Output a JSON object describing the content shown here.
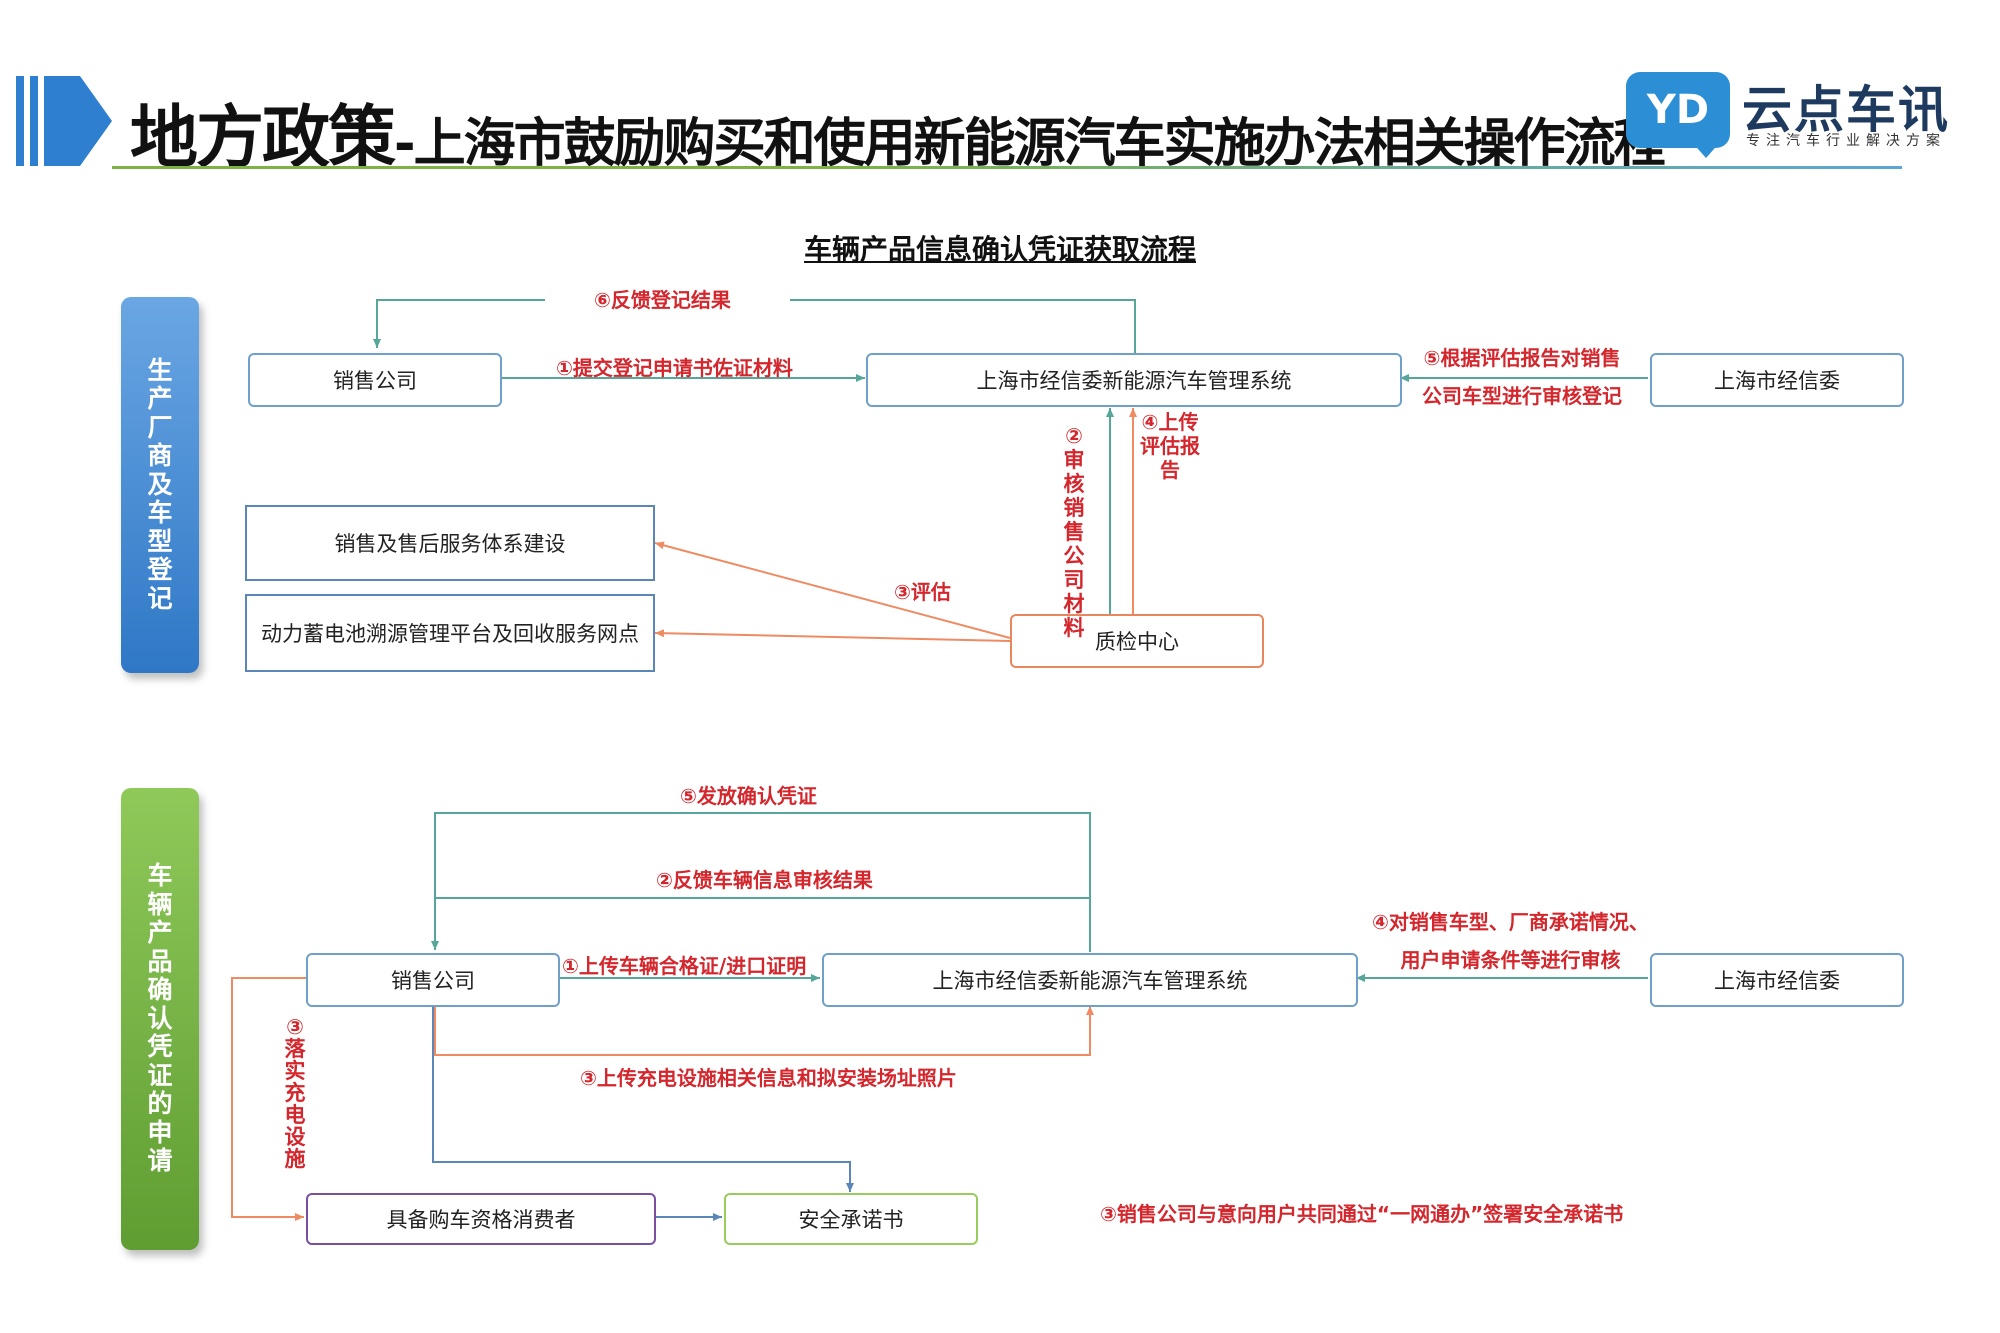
{
  "header": {
    "title_main": "地方政策",
    "title_sub": "-上海市鼓励购买和使用新能源汽车实施办法相关操作流程",
    "logo_mark": "YD",
    "logo_name": "云点车讯",
    "logo_slogan": "专注汽车行业解决方案"
  },
  "diagram_title": "车辆产品信息确认凭证获取流程",
  "section1": {
    "lane_label": "生产厂商及车型登记",
    "nodes": {
      "sales_company": "销售公司",
      "system": "上海市经信委新能源汽车管理系统",
      "commission": "上海市经信委",
      "service_system": "销售及售后服务体系建设",
      "battery_platform": "动力蓄电池溯源管理平台及回收服务网点",
      "inspection_center": "质检中心"
    },
    "steps": {
      "s1": "①提交登记申请书佐证材料",
      "s2": "②审核销售公司材料",
      "s3": "③评估",
      "s4": "④上传评估报告",
      "s5_line1": "⑤根据评估报告对销售",
      "s5_line2": "公司车型进行审核登记",
      "s6": "⑥反馈登记结果"
    }
  },
  "section2": {
    "lane_label": "车辆产品确认凭证的申请",
    "nodes": {
      "sales_company": "销售公司",
      "system": "上海市经信委新能源汽车管理系统",
      "commission": "上海市经信委",
      "consumer": "具备购车资格消费者",
      "safety_letter": "安全承诺书"
    },
    "steps": {
      "s1": "①上传车辆合格证/进口证明",
      "s2": "②反馈车辆信息审核结果",
      "s3_charging_upload": "③上传充电设施相关信息和拟安装场址照片",
      "s3_implement": "③落实充电设施",
      "s3_sign": "③销售公司与意向用户共同通过“一网通办”签署安全承诺书",
      "s4_line1": "④对销售车型、厂商承诺情况、",
      "s4_line2": "用户申请条件等进行审核",
      "s5": "⑤发放确认凭证"
    }
  },
  "colors": {
    "accent_blue": "#2f7fd0",
    "step_red": "#d3272d",
    "line_blue": "#5b87b8",
    "line_teal": "#56a69a",
    "line_orange": "#ef8a62",
    "line_purple": "#7a4fa0",
    "line_green": "#98cc5e"
  }
}
